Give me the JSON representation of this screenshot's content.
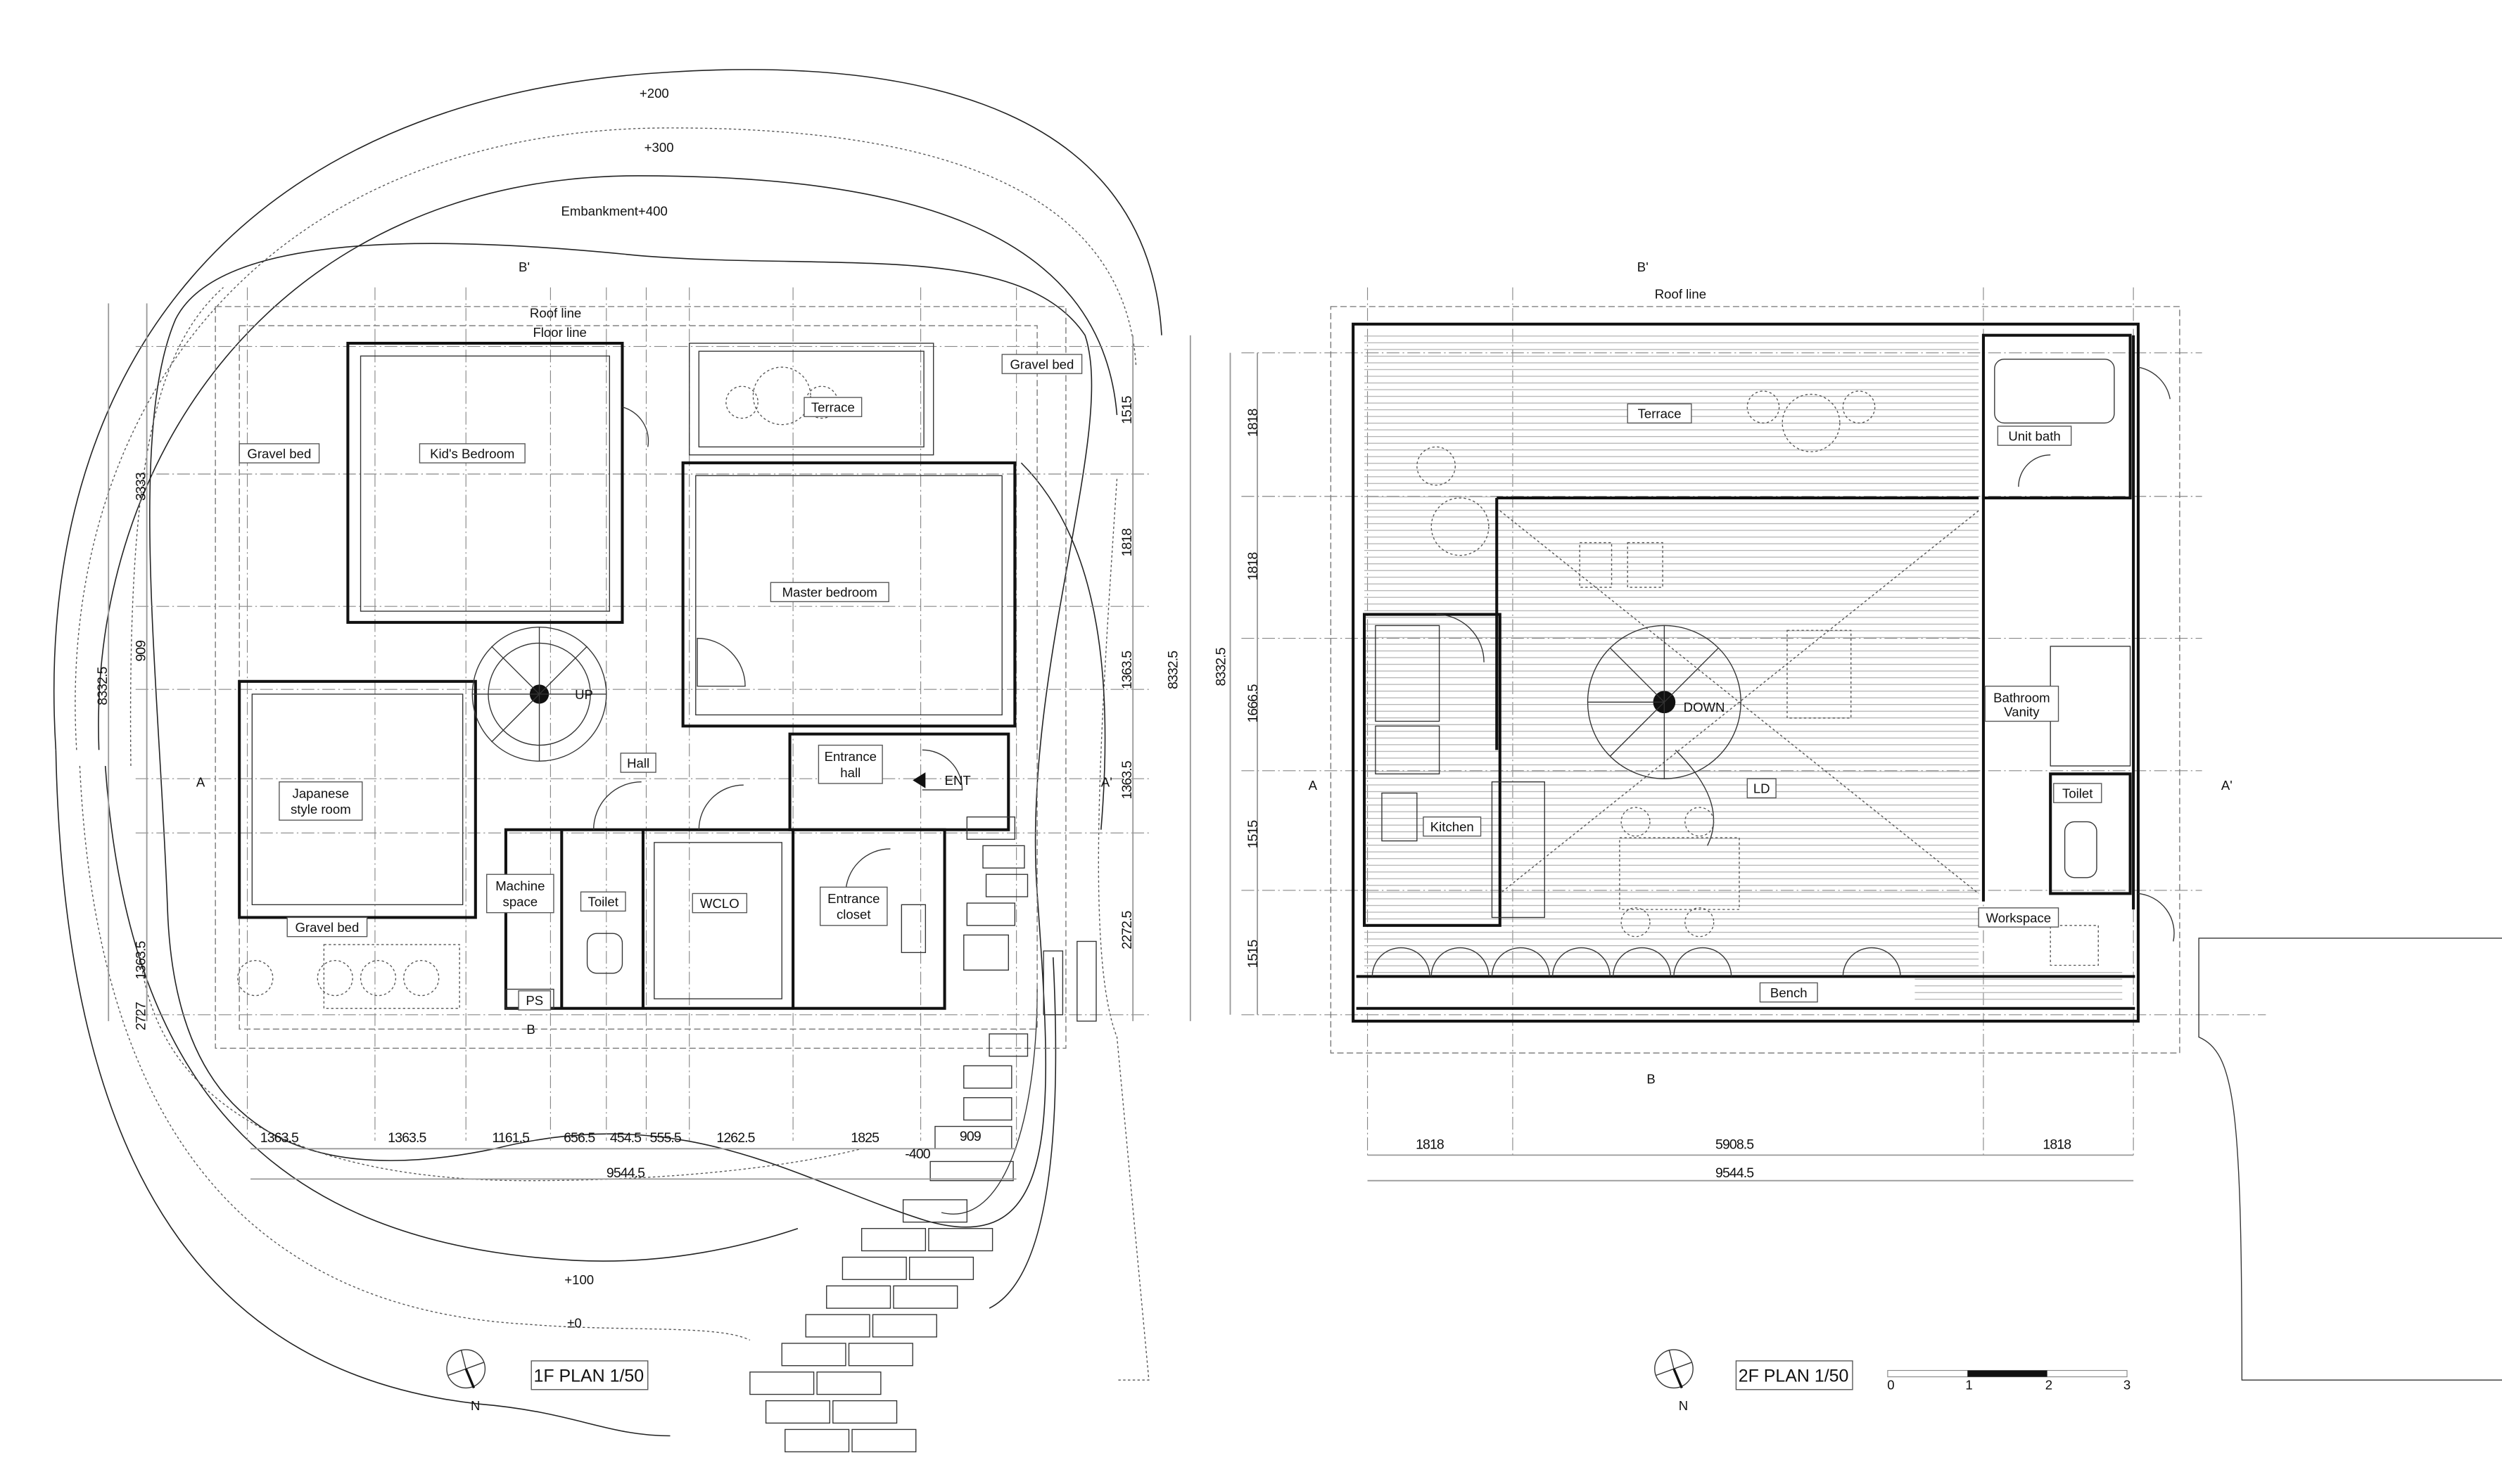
{
  "first_floor": {
    "title": "1F PLAN 1/50",
    "contours": [
      "+200",
      "+300",
      "Embankment+400",
      "+100",
      "±0",
      "-400"
    ],
    "lines": {
      "roof": "Roof line",
      "floor": "Floor line"
    },
    "section_marks": {
      "b_top": "B'",
      "b_bottom": "B",
      "a_left": "A",
      "a_right": "A'"
    },
    "rooms": {
      "gravel_bed_1": "Gravel bed",
      "gravel_bed_2": "Gravel bed",
      "gravel_bed_3": "Gravel bed",
      "kids_bedroom": "Kid's Bedroom",
      "terrace": "Terrace",
      "master_bedroom": "Master bedroom",
      "up": "UP",
      "japanese_1": "Japanese",
      "japanese_2": "style room",
      "hall": "Hall",
      "entrance_hall_1": "Entrance",
      "entrance_hall_2": "hall",
      "ent": "ENT",
      "machine_1": "Machine",
      "machine_2": "space",
      "toilet": "Toilet",
      "wclo": "WCLO",
      "closet_1": "Entrance",
      "closet_2": "closet",
      "ps": "PS"
    },
    "dims_left": [
      "3333",
      "909",
      "1363.5",
      "2727"
    ],
    "dim_left_total": "8332.5",
    "dims_right": [
      "1515",
      "1818",
      "1363.5",
      "1363.5",
      "2272.5"
    ],
    "dim_right_total": "8332.5",
    "dims_bottom": [
      "1363.5",
      "1363.5",
      "1161.5",
      "656.5",
      "454.5",
      "555.5",
      "1262.5",
      "1825",
      "909"
    ],
    "dim_bottom_total": "9544.5",
    "north": "N"
  },
  "second_floor": {
    "title": "2F PLAN 1/50",
    "lines": {
      "roof": "Roof line"
    },
    "section_marks": {
      "b_top": "B'",
      "b_bottom": "B",
      "a_left": "A",
      "a_right": "A'"
    },
    "rooms": {
      "terrace": "Terrace",
      "unit_bath": "Unit bath",
      "down": "DOWN",
      "vanity_1": "Bathroom",
      "vanity_2": "Vanity",
      "ld": "LD",
      "kitchen": "Kitchen",
      "toilet": "Toilet",
      "workspace": "Workspace",
      "bench": "Bench"
    },
    "dims_left": [
      "1818",
      "1818",
      "1666.5",
      "1515",
      "1515"
    ],
    "dim_left_total": "8332.5",
    "dims_bottom": [
      "1818",
      "5908.5",
      "1818"
    ],
    "dim_bottom_total": "9544.5",
    "north": "N",
    "scale_bar": {
      "ticks": [
        "0",
        "1",
        "2",
        "3"
      ]
    }
  },
  "colors": {
    "line": "#111111",
    "background": "#ffffff"
  }
}
